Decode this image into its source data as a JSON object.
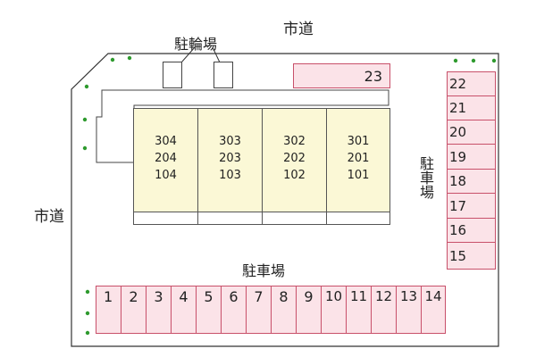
{
  "labels": {
    "top_road": "市道",
    "left_road": "市道",
    "bicycle_parking": "駐輪場",
    "parking_bottom": "駐車場",
    "parking_right": "駐車場"
  },
  "colors": {
    "parking_fill": "#fbe3e8",
    "parking_border": "#c8506a",
    "building_fill": "#fbf8d6",
    "tree_dot": "#2e9a2e"
  },
  "building_units": [
    {
      "top": "304",
      "mid": "204",
      "bot": "104"
    },
    {
      "top": "303",
      "mid": "203",
      "bot": "103"
    },
    {
      "top": "302",
      "mid": "202",
      "bot": "102"
    },
    {
      "top": "301",
      "mid": "201",
      "bot": "101"
    }
  ],
  "parking_top": "23",
  "parking_right_spaces": [
    "22",
    "21",
    "20",
    "19",
    "18",
    "17",
    "16",
    "15"
  ],
  "parking_bottom_spaces": [
    "1",
    "2",
    "3",
    "4",
    "5",
    "6",
    "7",
    "8",
    "9",
    "10",
    "11",
    "12",
    "13",
    "14"
  ]
}
